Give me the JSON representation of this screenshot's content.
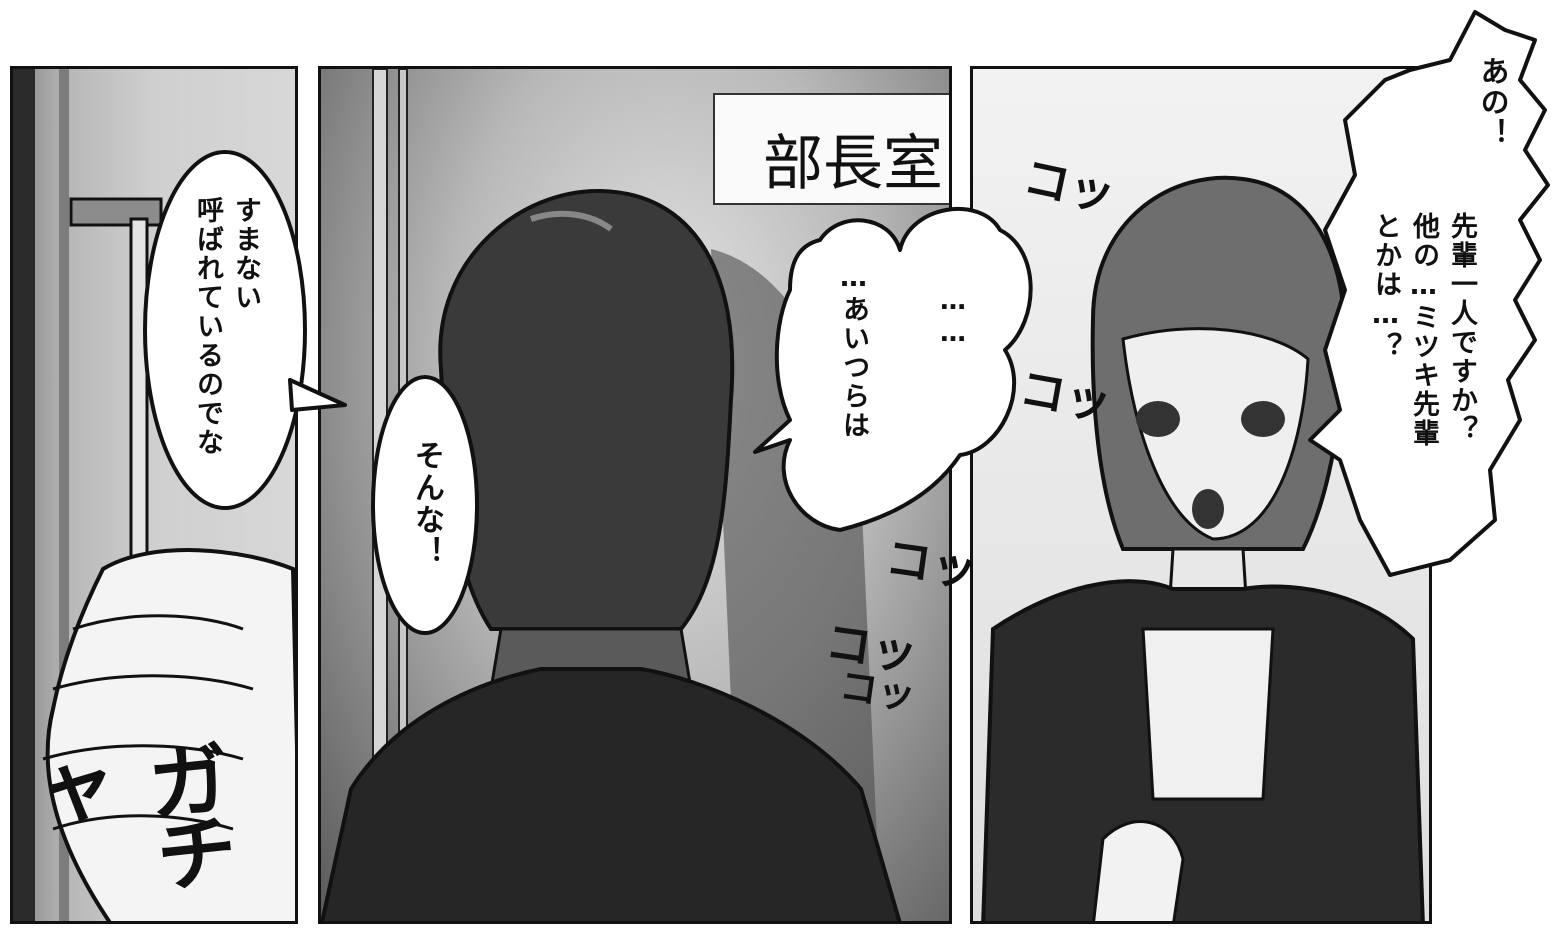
{
  "sign": {
    "text": "部長室"
  },
  "balloons": {
    "b1": [
      "すまない",
      "呼ばれているのでな"
    ],
    "b2": [
      "そんな！"
    ],
    "b3": [
      "……"
    ],
    "b4": [
      "…あいつらは"
    ],
    "b5": [
      "あの！"
    ],
    "b6": [
      "先輩一人ですか？",
      "他の…ミツキ先輩",
      "とかは…？"
    ]
  },
  "sfx": {
    "gacha": "ガチャ",
    "kotsu1": "コッ",
    "kotsu2": "コッ",
    "kotsu3": "コッ",
    "kotsu4": "コッ",
    "kotsu5": "コッ"
  }
}
